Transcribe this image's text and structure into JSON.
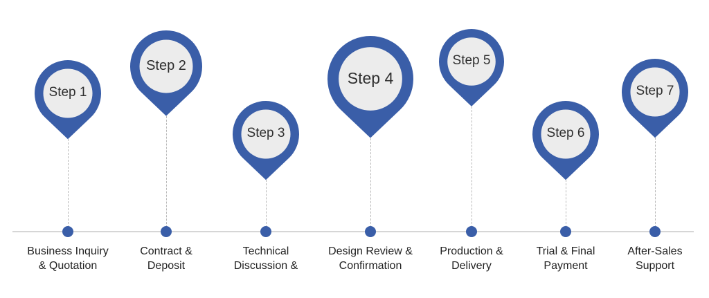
{
  "colors": {
    "accent": "#3a5ea8",
    "pin_inner": "#ececec",
    "connector": "#b8b8b8",
    "baseline": "#d6d6d6"
  },
  "steps": [
    {
      "label": "Step 1",
      "caption_line1": "Business Inquiry",
      "caption_line2": "& Quotation"
    },
    {
      "label": "Step 2",
      "caption_line1": "Contract &",
      "caption_line2": "Deposit"
    },
    {
      "label": "Step 3",
      "caption_line1": "Technical",
      "caption_line2": "Discussion &"
    },
    {
      "label": "Step 4",
      "caption_line1": "Design Review &",
      "caption_line2": "Confirmation"
    },
    {
      "label": "Step 5",
      "caption_line1": "Production &",
      "caption_line2": "Delivery"
    },
    {
      "label": "Step 6",
      "caption_line1": "Trial & Final",
      "caption_line2": "Payment"
    },
    {
      "label": "Step 7",
      "caption_line1": "After-Sales",
      "caption_line2": "Support"
    }
  ]
}
